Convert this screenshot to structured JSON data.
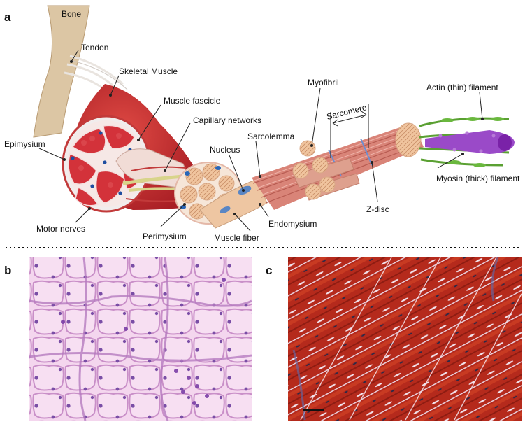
{
  "panels": {
    "a": "a",
    "b": "b",
    "c": "c"
  },
  "labels": {
    "bone": "Bone",
    "tendon": "Tendon",
    "skeletal_muscle": "Skeletal Muscle",
    "muscle_fascicle": "Muscle fascicle",
    "capillary_networks": "Capillary networks",
    "epimysium": "Epimysium",
    "sarcolemma": "Sarcolemma",
    "nucleus": "Nucleus",
    "myofibril": "Myofibril",
    "sarcomere": "Sarcomere",
    "actin_filament": "Actin (thin) filament",
    "myosin_filament": "Myosin (thick) filament",
    "z_disc": "Z-disc",
    "endomysium": "Endomysium",
    "muscle_fiber": "Muscle fiber",
    "perimysium": "Perimysium",
    "motor_nerves": "Motor nerves"
  },
  "colors": {
    "muscle_red": "#c8282e",
    "bone_tan": "#d9c3a0",
    "he_stain_pink": "#f0c8e6",
    "masson_red": "#b8281c",
    "nerve_yellow": "#d8d48a",
    "myosin_purple": "#8a2ab8",
    "actin_green": "#5aa032"
  }
}
